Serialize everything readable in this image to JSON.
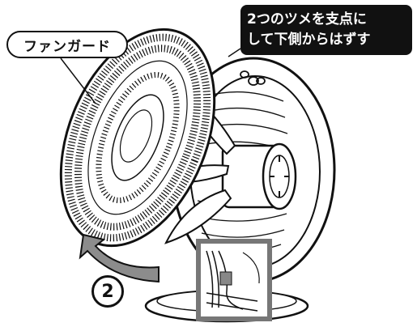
{
  "labels": {
    "fan_guard": "ファンガード",
    "callout_line1": "2つのツメを支点に",
    "callout_line2": "して下側からはずす",
    "step_number": "2"
  },
  "colors": {
    "ink": "#111111",
    "arrow_fill": "#8c8c8c",
    "highlight_box": "#777777",
    "background": "#ffffff"
  },
  "icons": {
    "arrow": "curved-arrow-icon"
  }
}
